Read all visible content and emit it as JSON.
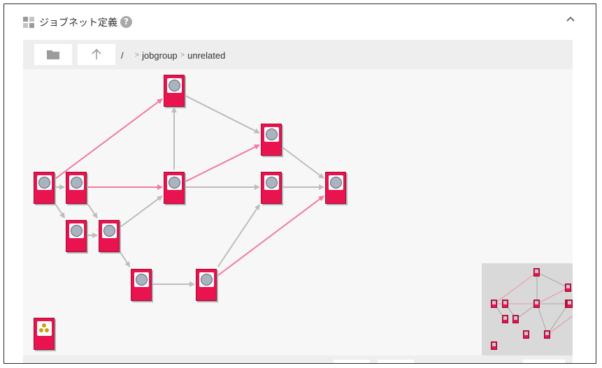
{
  "panel": {
    "title": "ジョブネット定義",
    "help_icon": "?",
    "collapse_icon": "chevron-up-icon"
  },
  "toolbar": {
    "folder_icon": "folder-icon",
    "up_icon": "arrow-up-icon",
    "breadcrumb": {
      "root": "/",
      "items": [
        "jobgroup",
        "unrelated"
      ]
    }
  },
  "colors": {
    "node_fill": "#e8134f",
    "edge_default": "#bdbdbd",
    "edge_highlight": "#f07c9e",
    "canvas_bg": "#f7f7f7",
    "minimap_bg": "#d9d9d9"
  },
  "graph": {
    "nodes": [
      {
        "id": "n1",
        "icon": "job-icon"
      },
      {
        "id": "n2",
        "icon": "job-icon"
      },
      {
        "id": "n3",
        "icon": "job-icon"
      },
      {
        "id": "n4",
        "icon": "job-icon"
      },
      {
        "id": "n5",
        "icon": "job-icon"
      },
      {
        "id": "n6",
        "icon": "job-icon"
      },
      {
        "id": "n7",
        "icon": "job-icon"
      },
      {
        "id": "n8",
        "icon": "job-icon"
      },
      {
        "id": "n9",
        "icon": "job-icon"
      },
      {
        "id": "n10",
        "icon": "job-icon"
      },
      {
        "id": "n11",
        "icon": "job-icon"
      },
      {
        "id": "n12",
        "icon": "job-icon"
      },
      {
        "id": "n13",
        "icon": "jobnet-group-icon"
      }
    ],
    "edges": [
      {
        "from": "n1",
        "to": "n2",
        "highlight": false
      },
      {
        "from": "n1",
        "to": "n3",
        "highlight": false
      },
      {
        "from": "n1",
        "to": "n4",
        "highlight": true
      },
      {
        "from": "n2",
        "to": "n5",
        "highlight": true
      },
      {
        "from": "n2",
        "to": "n6",
        "highlight": false
      },
      {
        "from": "n3",
        "to": "n6",
        "highlight": false
      },
      {
        "from": "n6",
        "to": "n5",
        "highlight": false
      },
      {
        "from": "n6",
        "to": "n9",
        "highlight": false
      },
      {
        "from": "n5",
        "to": "n4",
        "highlight": false
      },
      {
        "from": "n5",
        "to": "n7",
        "highlight": true
      },
      {
        "from": "n5",
        "to": "n8",
        "highlight": false
      },
      {
        "from": "n4",
        "to": "n7",
        "highlight": false
      },
      {
        "from": "n9",
        "to": "n10",
        "highlight": false
      },
      {
        "from": "n10",
        "to": "n8",
        "highlight": false
      },
      {
        "from": "n10",
        "to": "n11",
        "highlight": true
      },
      {
        "from": "n7",
        "to": "n11",
        "highlight": false
      },
      {
        "from": "n8",
        "to": "n11",
        "highlight": false
      }
    ]
  }
}
